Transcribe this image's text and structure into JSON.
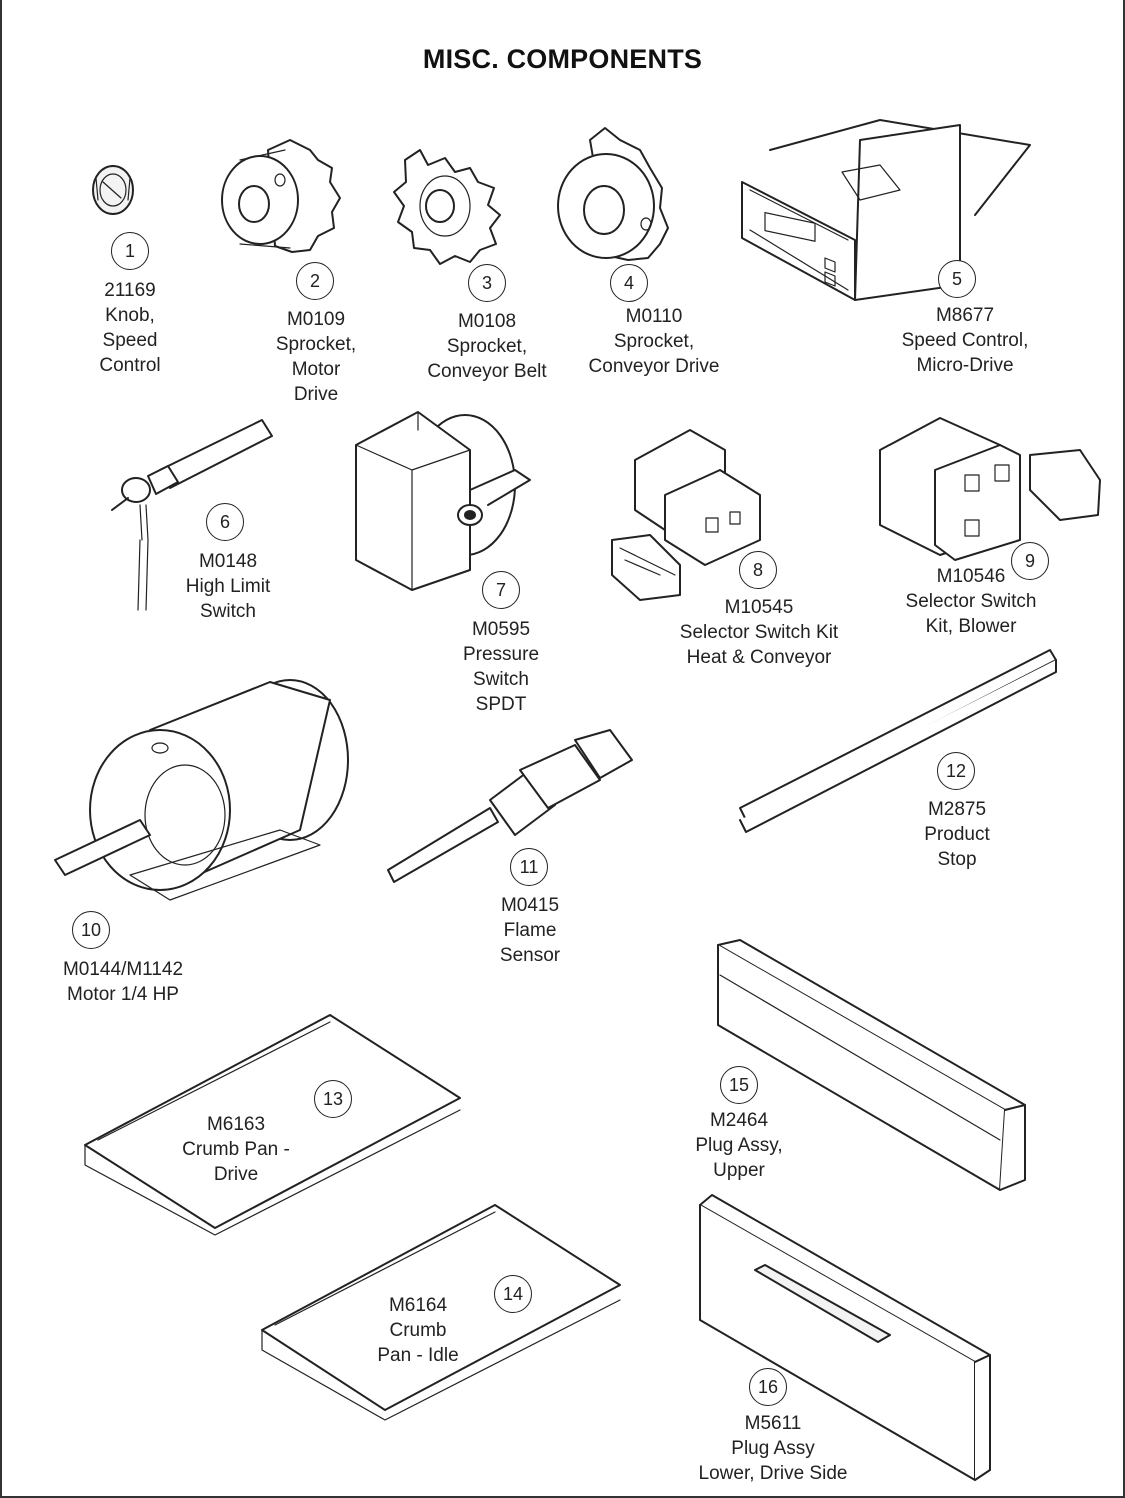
{
  "title": "MISC. COMPONENTS",
  "parts": [
    {
      "num": "1",
      "part_no": "21169",
      "desc": [
        "Knob,",
        "Speed",
        "Control"
      ],
      "icon": "knob-icon"
    },
    {
      "num": "2",
      "part_no": "M0109",
      "desc": [
        "Sprocket,",
        "Motor",
        "Drive"
      ],
      "icon": "sprocket-icon"
    },
    {
      "num": "3",
      "part_no": "M0108",
      "desc": [
        "Sprocket,",
        "Conveyor Belt"
      ],
      "icon": "sprocket-icon"
    },
    {
      "num": "4",
      "part_no": "M0110",
      "desc": [
        "Sprocket,",
        "Conveyor Drive"
      ],
      "icon": "sprocket-icon"
    },
    {
      "num": "5",
      "part_no": "M8677",
      "desc": [
        "Speed Control,",
        "Micro-Drive"
      ],
      "icon": "speed-control-icon"
    },
    {
      "num": "6",
      "part_no": "M0148",
      "desc": [
        "High Limit",
        "Switch"
      ],
      "icon": "high-limit-switch-icon"
    },
    {
      "num": "7",
      "part_no": "M0595",
      "desc": [
        "Pressure",
        "Switch",
        "SPDT"
      ],
      "icon": "pressure-switch-icon"
    },
    {
      "num": "8",
      "part_no": "M10545",
      "desc": [
        "Selector Switch Kit",
        "Heat & Conveyor"
      ],
      "icon": "selector-switch-icon"
    },
    {
      "num": "9",
      "part_no": "M10546",
      "desc": [
        "Selector Switch",
        "Kit, Blower"
      ],
      "icon": "selector-switch-icon"
    },
    {
      "num": "10",
      "part_no": "M0144/M1142",
      "desc": [
        "Motor  1/4 HP"
      ],
      "icon": "motor-icon"
    },
    {
      "num": "11",
      "part_no": "M0415",
      "desc": [
        "Flame",
        "Sensor"
      ],
      "icon": "flame-sensor-icon"
    },
    {
      "num": "12",
      "part_no": "M2875",
      "desc": [
        "Product",
        "Stop"
      ],
      "icon": "product-stop-icon"
    },
    {
      "num": "13",
      "part_no": "M6163",
      "desc": [
        "Crumb Pan -",
        "Drive"
      ],
      "icon": "crumb-pan-icon"
    },
    {
      "num": "14",
      "part_no": "M6164",
      "desc": [
        "Crumb",
        "Pan - Idle"
      ],
      "icon": "crumb-pan-icon"
    },
    {
      "num": "15",
      "part_no": "M2464",
      "desc": [
        "Plug Assy,",
        "Upper"
      ],
      "icon": "plug-assy-icon"
    },
    {
      "num": "16",
      "part_no": "M5611",
      "desc": [
        "Plug Assy",
        "Lower, Drive Side"
      ],
      "icon": "plug-assy-icon"
    }
  ]
}
